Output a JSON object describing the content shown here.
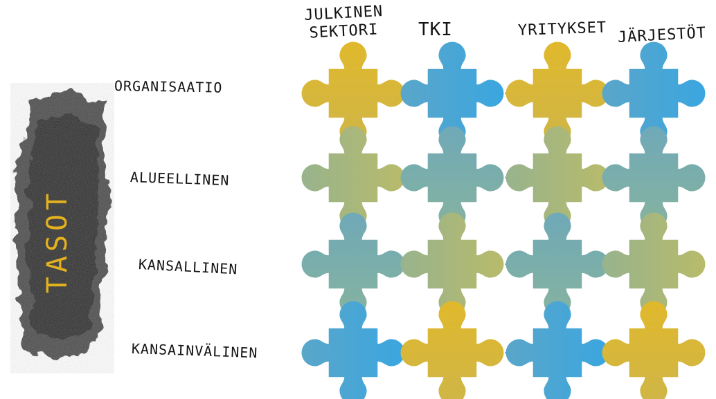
{
  "columns": [
    {
      "label": "JULKINEN\nSEKTORI"
    },
    {
      "label": "TKI"
    },
    {
      "label": "YRITYKSET"
    },
    {
      "label": "JÄRJESTÖT"
    }
  ],
  "rows": [
    {
      "label": "ORGANISAATIO"
    },
    {
      "label": "ALUEELLINEN"
    },
    {
      "label": "KANSALLINEN"
    },
    {
      "label": "KANSAINVÄLINEN"
    }
  ],
  "side_title": "TASOT",
  "colors": {
    "gold": "#d9b435",
    "blue": "#3fa4dc",
    "teal": "#79b0ad",
    "olive": "#a9b87a",
    "ink": "#141414",
    "title_color": "#e3b21e",
    "smudge": "#3a3a3a"
  },
  "grid": [
    [
      "gold",
      "blue",
      "gold",
      "blue"
    ],
    [
      "olive",
      "teal",
      "olive",
      "teal"
    ],
    [
      "teal",
      "olive",
      "teal",
      "olive"
    ],
    [
      "blue",
      "gold",
      "blue",
      "gold"
    ]
  ]
}
